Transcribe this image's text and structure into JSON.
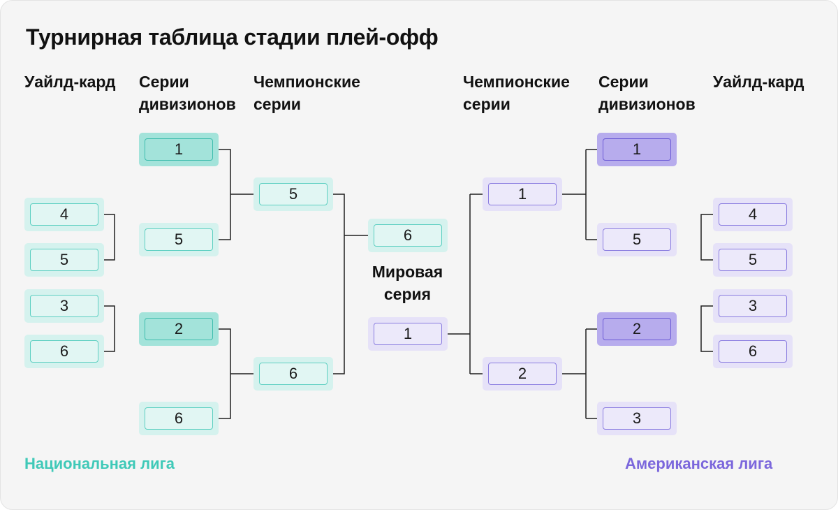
{
  "title": "Турнирная таблица стадии плей-офф",
  "headers": {
    "left_wildcard": "Уайлд-кард",
    "left_division": "Серии дивизионов",
    "left_championship": "Чемпионские серии",
    "right_championship": "Чемпионские серии",
    "right_division": "Серии дивизионов",
    "right_wildcard": "Уайлд-кард"
  },
  "world_series_label": "Мировая серия",
  "leagues": {
    "national": {
      "name": "Национальная лига",
      "color": "#3fc9b8"
    },
    "american": {
      "name": "Американская лига",
      "color": "#7b67dc"
    }
  },
  "national": {
    "wildcard": [
      "4",
      "5",
      "3",
      "6"
    ],
    "division": [
      "1",
      "5",
      "2",
      "6"
    ],
    "championship": [
      "5",
      "6"
    ],
    "world_series": "6"
  },
  "american": {
    "wildcard": [
      "4",
      "5",
      "3",
      "6"
    ],
    "division": [
      "1",
      "5",
      "2",
      "3"
    ],
    "championship": [
      "1",
      "2"
    ],
    "world_series": "1"
  }
}
